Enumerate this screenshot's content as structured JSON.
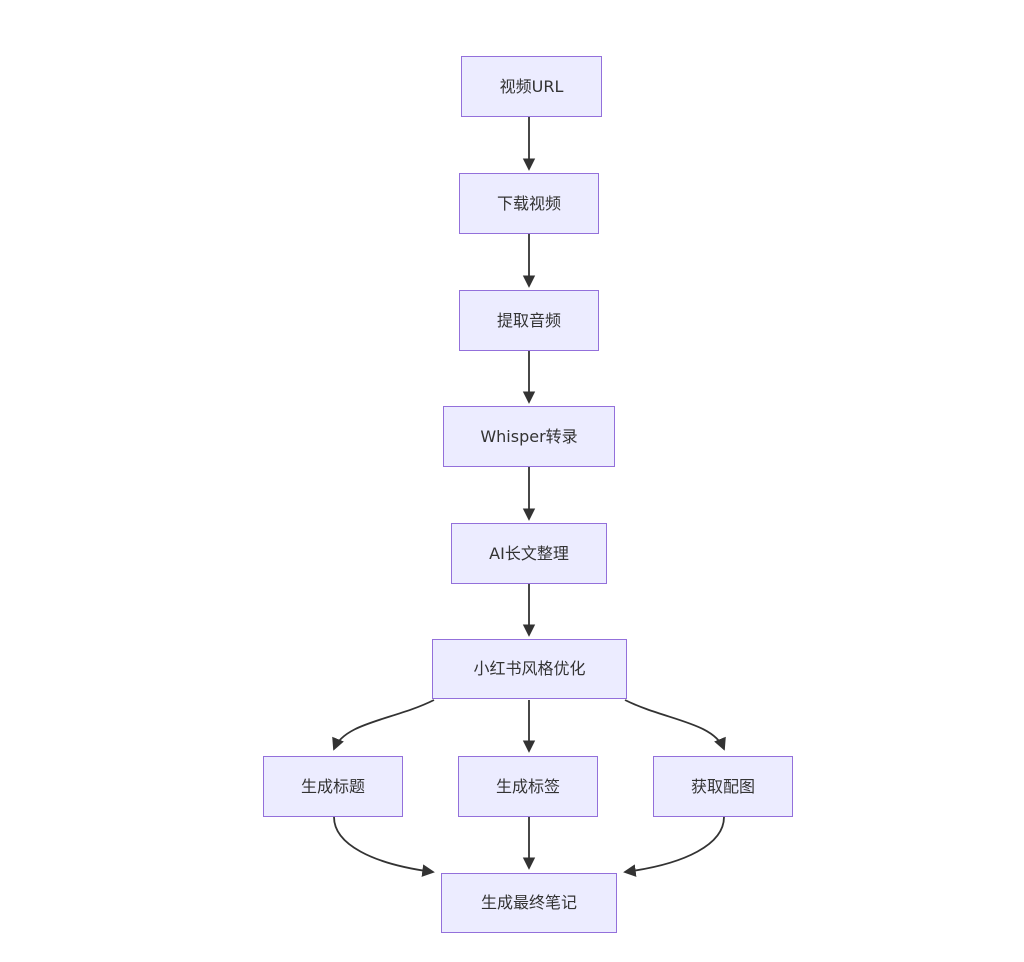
{
  "diagram": {
    "type": "flowchart",
    "direction": "top-down",
    "colors": {
      "node_fill": "#ECECFF",
      "node_border": "#9370DB",
      "node_text": "#333333",
      "edge_stroke": "#333333",
      "background": "#ffffff"
    },
    "nodes": [
      {
        "id": "video-url",
        "label": "视频URL"
      },
      {
        "id": "download",
        "label": "下载视频"
      },
      {
        "id": "extract",
        "label": "提取音频"
      },
      {
        "id": "whisper",
        "label": "Whisper转录"
      },
      {
        "id": "longtext",
        "label": "AI长文整理"
      },
      {
        "id": "xhs-style",
        "label": "小红书风格优化"
      },
      {
        "id": "gen-title",
        "label": "生成标题"
      },
      {
        "id": "gen-tags",
        "label": "生成标签"
      },
      {
        "id": "get-images",
        "label": "获取配图"
      },
      {
        "id": "final-note",
        "label": "生成最终笔记"
      }
    ],
    "edges": [
      {
        "from": "视频URL",
        "to": "下载视频"
      },
      {
        "from": "下载视频",
        "to": "提取音频"
      },
      {
        "from": "提取音频",
        "to": "Whisper转录"
      },
      {
        "from": "Whisper转录",
        "to": "AI长文整理"
      },
      {
        "from": "AI长文整理",
        "to": "小红书风格优化"
      },
      {
        "from": "小红书风格优化",
        "to": "生成标题"
      },
      {
        "from": "小红书风格优化",
        "to": "生成标签"
      },
      {
        "from": "小红书风格优化",
        "to": "获取配图"
      },
      {
        "from": "生成标题",
        "to": "生成最终笔记"
      },
      {
        "from": "生成标签",
        "to": "生成最终笔记"
      },
      {
        "from": "获取配图",
        "to": "生成最终笔记"
      }
    ]
  }
}
